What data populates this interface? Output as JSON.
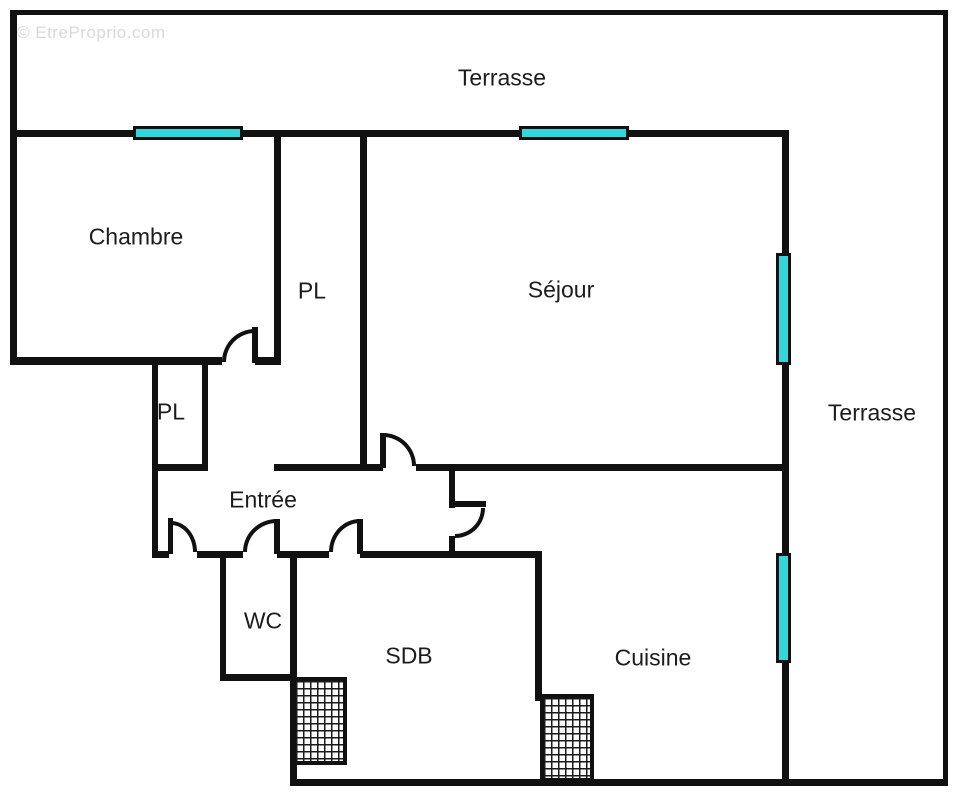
{
  "watermark": "© EtreProprio.com",
  "rooms": {
    "terrasse_top": "Terrasse",
    "chambre": "Chambre",
    "pl_upper": "PL",
    "sejour": "Séjour",
    "terrasse_right": "Terrasse",
    "pl_lower": "PL",
    "entree": "Entrée",
    "wc": "WC",
    "sdb": "SDB",
    "cuisine": "Cuisine"
  },
  "colors": {
    "wall": "#111111",
    "window": "#32d7dc",
    "background": "#ffffff",
    "label": "#1c1c1c",
    "watermark": "#d9d9d9"
  }
}
